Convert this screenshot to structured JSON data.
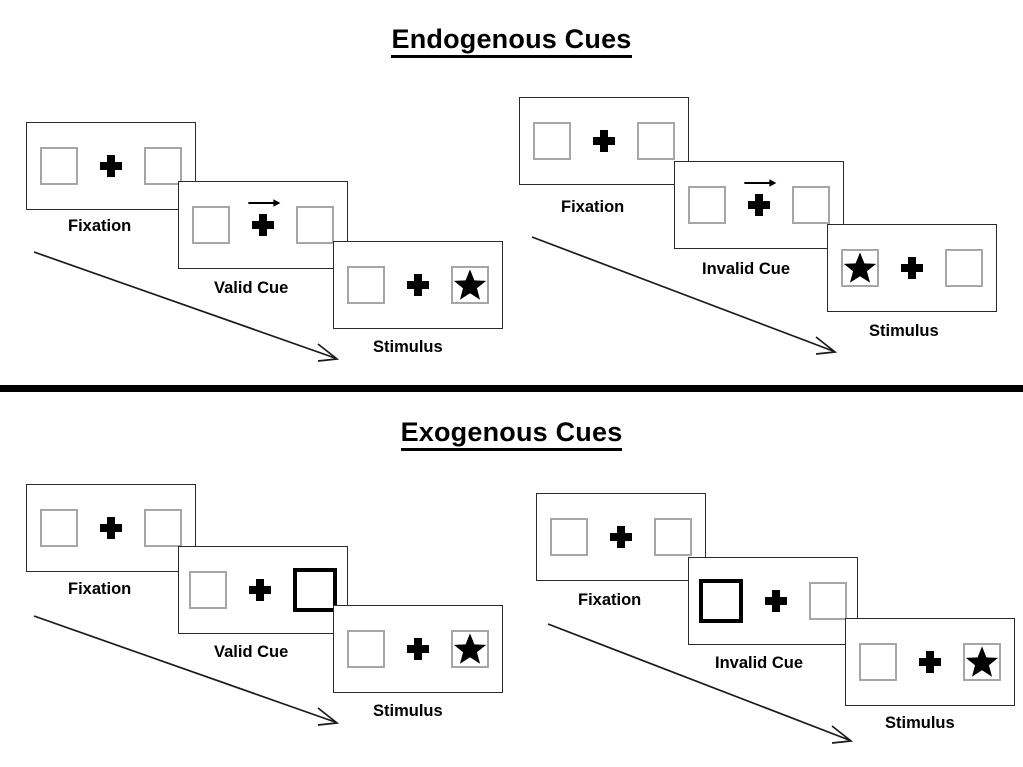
{
  "figure": {
    "title_endogenous": "Endogenous Cues",
    "title_exogenous": "Exogenous Cues"
  },
  "sections": [
    {
      "name": "endogenous",
      "title": "Endogenous Cues",
      "cue_type": "arrow",
      "sequences": [
        {
          "name": "endogenous-valid",
          "validity": "valid",
          "panels": [
            {
              "label": "Fixation",
              "left_box": "empty",
              "right_box": "empty",
              "cue_arrow": false,
              "cue_direction": ""
            },
            {
              "label": "Valid Cue",
              "left_box": "empty",
              "right_box": "empty",
              "cue_arrow": true,
              "cue_direction": "right"
            },
            {
              "label": "Stimulus",
              "left_box": "empty",
              "right_box": "star",
              "cue_arrow": false,
              "cue_direction": ""
            }
          ]
        },
        {
          "name": "endogenous-invalid",
          "validity": "invalid",
          "panels": [
            {
              "label": "Fixation",
              "left_box": "empty",
              "right_box": "empty",
              "cue_arrow": false,
              "cue_direction": ""
            },
            {
              "label": "Invalid Cue",
              "left_box": "empty",
              "right_box": "empty",
              "cue_arrow": true,
              "cue_direction": "right"
            },
            {
              "label": "Stimulus",
              "left_box": "star",
              "right_box": "empty",
              "cue_arrow": false,
              "cue_direction": ""
            }
          ]
        }
      ]
    },
    {
      "name": "exogenous",
      "title": "Exogenous Cues",
      "cue_type": "box-highlight",
      "sequences": [
        {
          "name": "exogenous-valid",
          "validity": "valid",
          "panels": [
            {
              "label": "Fixation",
              "left_box": "empty",
              "right_box": "empty",
              "cue_arrow": false,
              "cue_direction": ""
            },
            {
              "label": "Valid Cue",
              "left_box": "empty",
              "right_box": "cued",
              "cue_arrow": false,
              "cue_direction": ""
            },
            {
              "label": "Stimulus",
              "left_box": "empty",
              "right_box": "star",
              "cue_arrow": false,
              "cue_direction": ""
            }
          ]
        },
        {
          "name": "exogenous-invalid",
          "validity": "invalid",
          "panels": [
            {
              "label": "Fixation",
              "left_box": "empty",
              "right_box": "empty",
              "cue_arrow": false,
              "cue_direction": ""
            },
            {
              "label": "Invalid Cue",
              "left_box": "cued",
              "right_box": "empty",
              "cue_arrow": false,
              "cue_direction": ""
            },
            {
              "label": "Stimulus",
              "left_box": "empty",
              "right_box": "star",
              "cue_arrow": false,
              "cue_direction": ""
            }
          ]
        }
      ]
    }
  ],
  "colors": {
    "stroke": "#2b2b2b",
    "box_border": "#a6a6a6",
    "cued_border": "#000000",
    "glyph": "#000000",
    "background": "#ffffff"
  },
  "icons": {
    "fixation_cross": "plus-cross-icon",
    "cue_arrow": "arrow-right-icon",
    "stimulus": "star-icon",
    "time_flow": "diagonal-arrow-icon"
  }
}
